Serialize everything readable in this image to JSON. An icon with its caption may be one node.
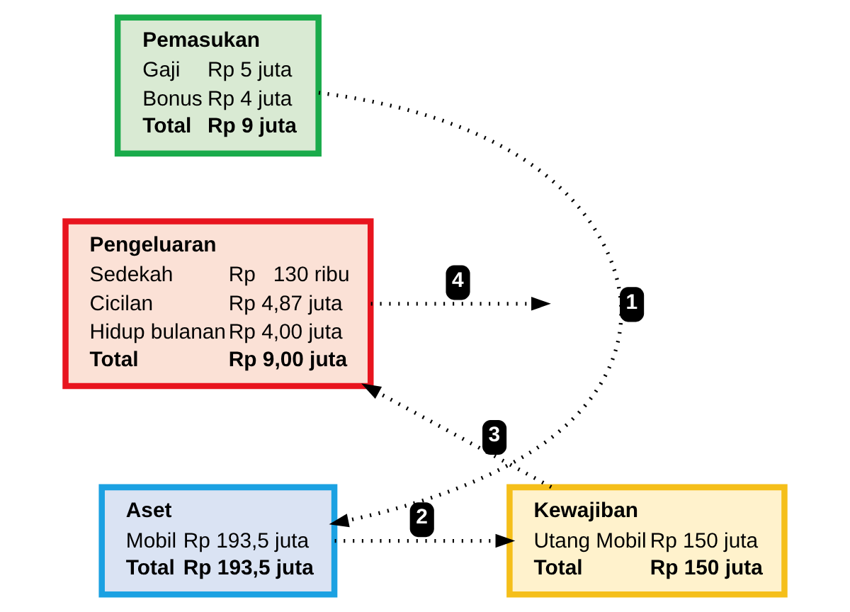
{
  "diagram": {
    "nodes": [
      {
        "text": [
          "Pemasukan",
          "Gaji",
          "Rp 5 juta",
          "Bonus",
          "Rp 4 juta",
          "Total",
          "Rp 9 juta"
        ]
      },
      {
        "text": [
          "Pengeluaran",
          "Sedekah",
          "Rp   130 ribu",
          "Cicilan",
          "Rp 4,87 juta",
          "Hidup bulanan",
          "Rp 4,00 juta",
          "Total",
          "Rp 9,00 juta"
        ]
      },
      {
        "text": [
          "Aset",
          "Mobil",
          "Rp 193,5 juta",
          "Total",
          "Rp 193,5 juta"
        ]
      },
      {
        "text": [
          "Kewajiban",
          "Utang Mobil",
          "Rp 150 juta",
          "Total",
          "Rp 150 juta"
        ]
      }
    ],
    "edges": [
      {
        "from": 0,
        "to": 2,
        "arrow": "to",
        "style": "dashed",
        "label": "1"
      },
      {
        "from": 2,
        "to": 3,
        "arrow": "to",
        "style": "dashed",
        "label": "2"
      },
      {
        "from": 3,
        "to": 1,
        "arrow": "to",
        "style": "dashed",
        "label": "3"
      },
      {
        "from": 1,
        "to": null,
        "arrow": "to",
        "style": "dashed",
        "label": "4"
      }
    ]
  }
}
